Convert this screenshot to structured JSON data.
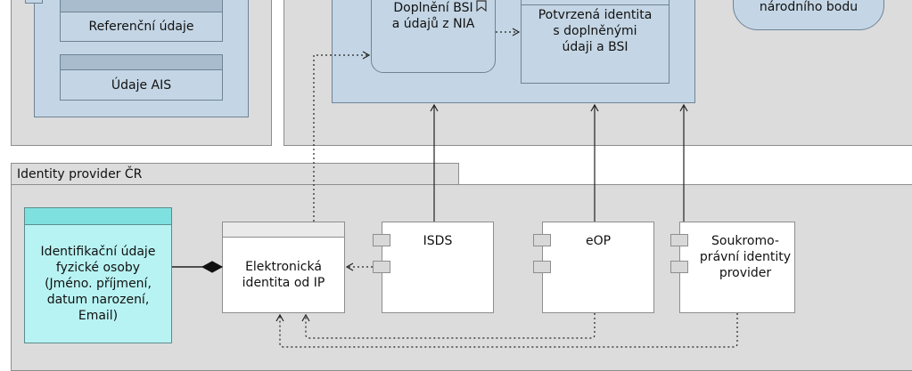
{
  "group_bottom": {
    "title": "Identity provider ČR"
  },
  "top_left": {
    "referencni": "Referenční údaje",
    "ais": "Údaje AIS"
  },
  "top_right": {
    "doplneni": "Doplnění BSI\na údajů z NIA",
    "potvrzena": "Potvrzená identita\ns doplněnými\núdaji a BSI",
    "narodni": "národního bodu"
  },
  "bottom": {
    "identifikacni": "Identifikační údaje\nfyzické osoby\n(Jméno. příjmení,\ndatum narození,\nEmail)",
    "elektronicka": "Elektronická\nidentita od IP",
    "isds": "ISDS",
    "eop": "eOP",
    "soukromo": "Soukromo-\nprávní identity\nprovider"
  },
  "colors": {
    "group_fill": "#dcdcdc",
    "blue_fill": "#c4d6e5",
    "teal_fill": "#b8f3f3",
    "line": "#222222"
  },
  "icons": [
    "process-icon"
  ]
}
